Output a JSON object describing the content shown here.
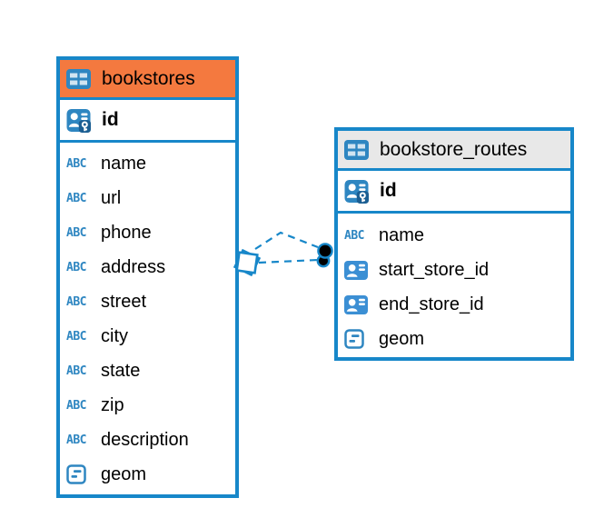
{
  "diagram": {
    "colors": {
      "accent_blue": "#1787c9",
      "icon_blue": "#2e86c1",
      "bookstores_header_bg": "#f4793f",
      "routes_header_bg": "#e8e8e8",
      "connector_dot_fill": "#000000",
      "background": "#ffffff"
    },
    "icons": {
      "text_glyph": "ABC"
    },
    "tables": [
      {
        "name": "bookstores",
        "primary_key": "id",
        "columns": [
          {
            "icon": "text-icon",
            "label": "name"
          },
          {
            "icon": "text-icon",
            "label": "url"
          },
          {
            "icon": "text-icon",
            "label": "phone"
          },
          {
            "icon": "text-icon",
            "label": "address"
          },
          {
            "icon": "text-icon",
            "label": "street"
          },
          {
            "icon": "text-icon",
            "label": "city"
          },
          {
            "icon": "text-icon",
            "label": "state"
          },
          {
            "icon": "text-icon",
            "label": "zip"
          },
          {
            "icon": "text-icon",
            "label": "description"
          },
          {
            "icon": "geometry-icon",
            "label": "geom"
          }
        ]
      },
      {
        "name": "bookstore_routes",
        "primary_key": "id",
        "columns": [
          {
            "icon": "text-icon",
            "label": "name"
          },
          {
            "icon": "reference-icon",
            "label": "start_store_id"
          },
          {
            "icon": "reference-icon",
            "label": "end_store_id"
          },
          {
            "icon": "geometry-icon",
            "label": "geom"
          }
        ]
      }
    ],
    "relationships": [
      {
        "from": "bookstores",
        "to": "bookstore_routes",
        "line_style": "dashed"
      },
      {
        "from": "bookstores",
        "to": "bookstore_routes",
        "line_style": "dashed"
      }
    ]
  }
}
